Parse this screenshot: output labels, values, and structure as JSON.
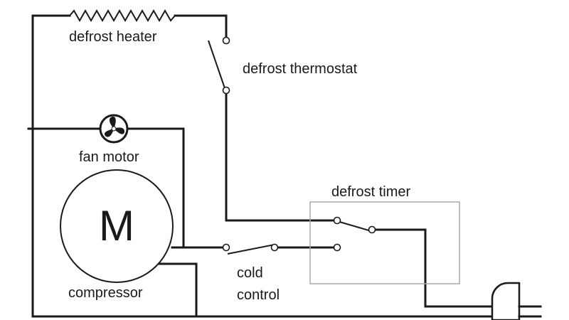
{
  "labels": {
    "defrost_heater": "defrost heater",
    "defrost_thermostat": "defrost thermostat",
    "fan_motor": "fan motor",
    "compressor_letter": "M",
    "compressor": "compressor",
    "defrost_timer": "defrost timer",
    "cold_control_line1": "cold",
    "cold_control_line2": "control"
  }
}
